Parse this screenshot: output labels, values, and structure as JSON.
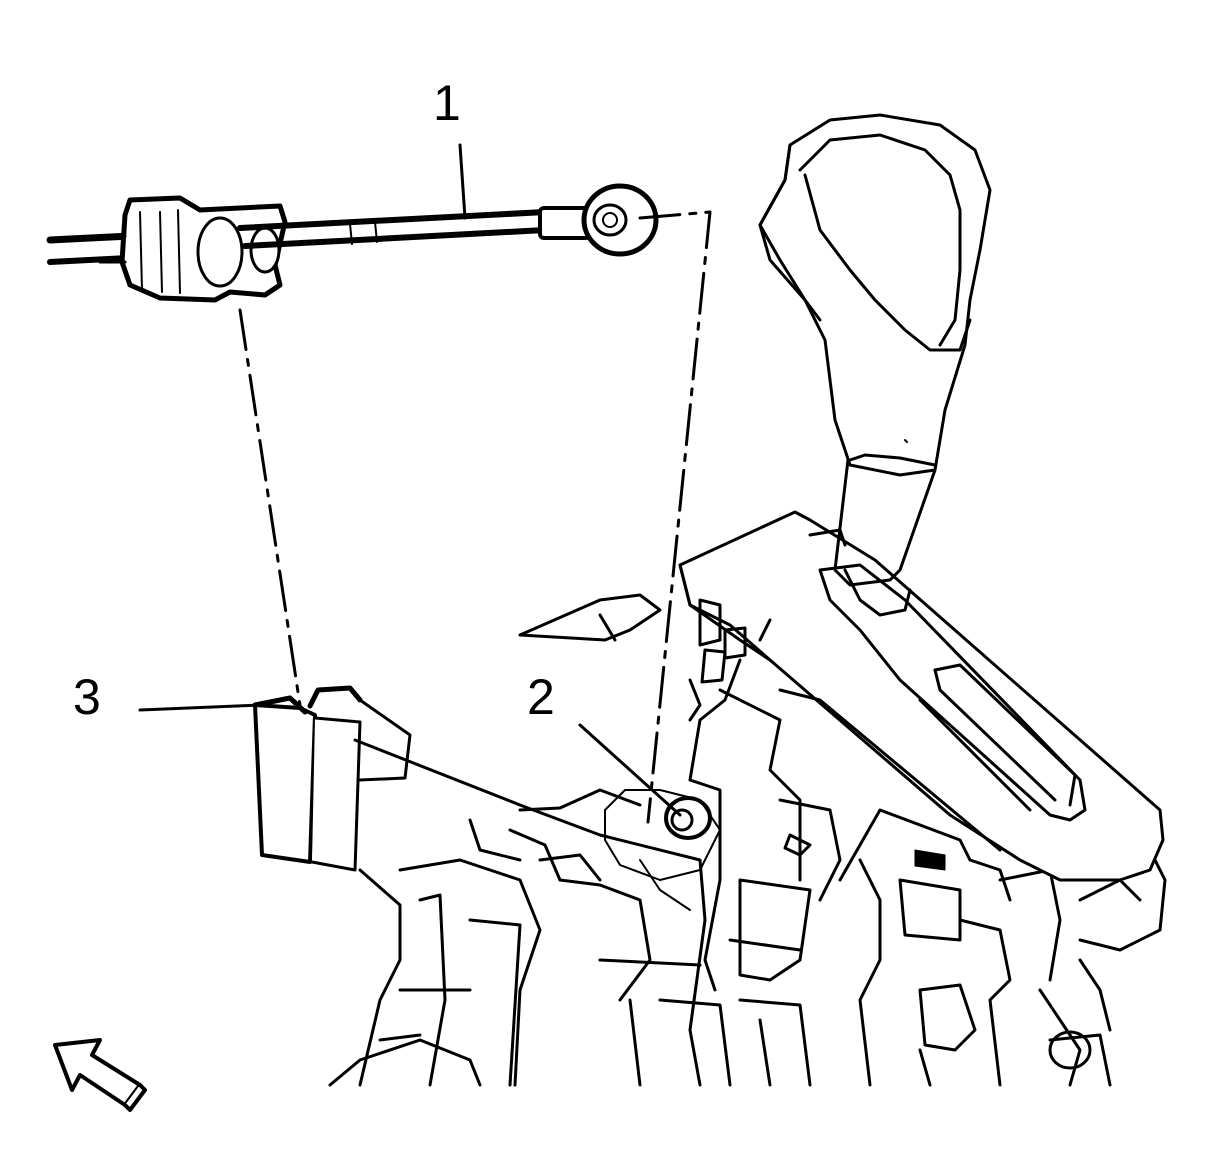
{
  "diagram": {
    "callouts": [
      {
        "id": "1",
        "label": "1"
      },
      {
        "id": "2",
        "label": "2"
      },
      {
        "id": "3",
        "label": "3"
      }
    ],
    "colors": {
      "ink": "#000000",
      "paper": "#ffffff"
    },
    "icons": {
      "direction": "front-direction-arrow-icon"
    }
  }
}
